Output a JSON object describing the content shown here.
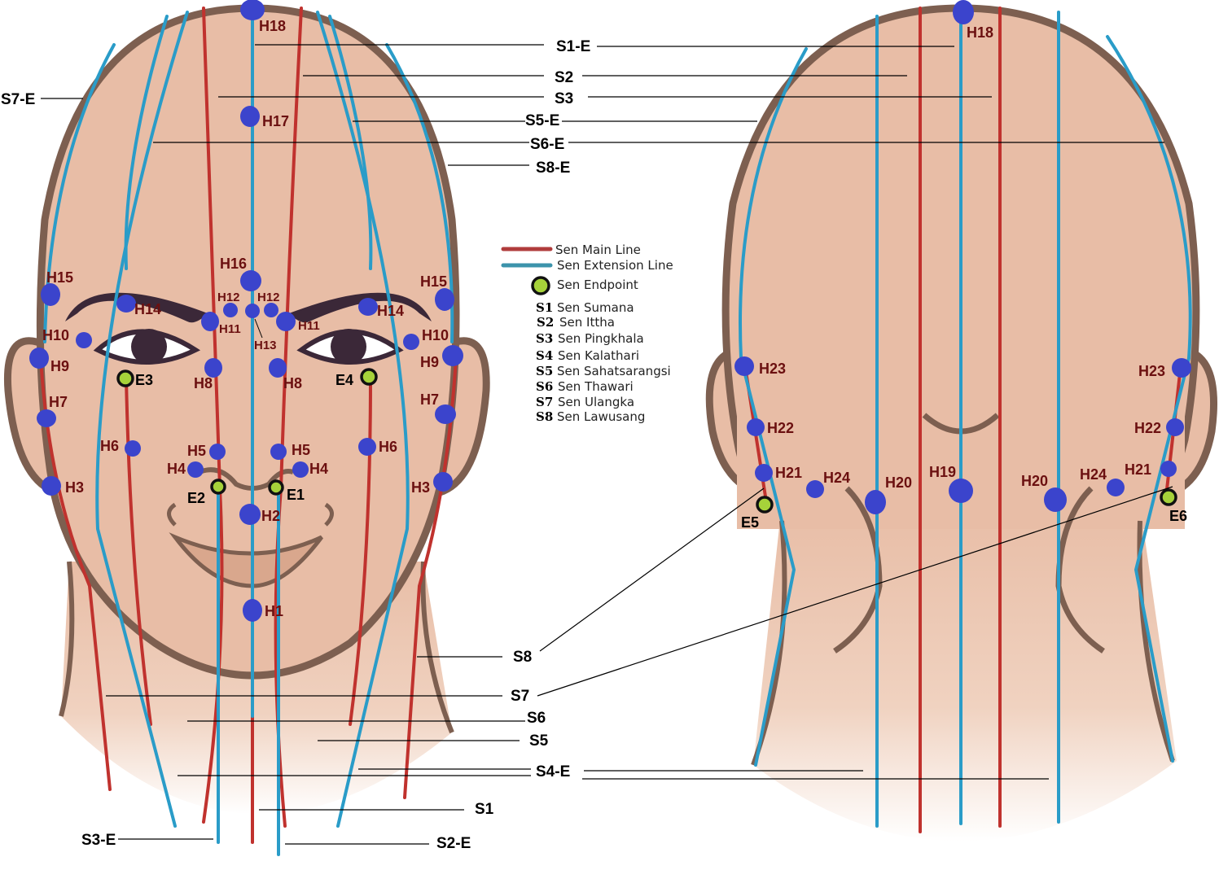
{
  "legend": {
    "main_line": {
      "label": "Sen Main Line",
      "color": "#c0322e"
    },
    "extension_line": {
      "label": "Sen Extension Line",
      "color": "#2a9cc8"
    },
    "endpoint": {
      "label": "Sen Endpoint",
      "color": "#a6d23a"
    },
    "sen": [
      {
        "code": "S1",
        "name": "Sen Sumana"
      },
      {
        "code": "S2",
        "name": "Sen Ittha"
      },
      {
        "code": "S3",
        "name": "Sen Pingkhala"
      },
      {
        "code": "S4",
        "name": "Sen Kalathari"
      },
      {
        "code": "S5",
        "name": "Sen Sahatsarangsi"
      },
      {
        "code": "S6",
        "name": "Sen Thawari"
      },
      {
        "code": "S7",
        "name": "Sen Ulangka"
      },
      {
        "code": "S8",
        "name": "Sen Lawusang"
      }
    ]
  },
  "line_labels": {
    "s1e": "S1-E",
    "s2": "S2",
    "s3": "S3",
    "s5e": "S5-E",
    "s6e": "S6-E",
    "s8e": "S8-E",
    "s7e": "S7-E",
    "s8": "S8",
    "s7": "S7",
    "s6": "S6",
    "s5": "S5",
    "s4e": "S4-E",
    "s1": "S1",
    "s3e": "S3-E",
    "s2e": "S2-E"
  },
  "front_points": {
    "h1": "H1",
    "h2": "H2",
    "h3": "H3",
    "h4": "H4",
    "h5": "H5",
    "h6": "H6",
    "h7": "H7",
    "h8": "H8",
    "h9": "H9",
    "h10": "H10",
    "h11": "H11",
    "h12": "H12",
    "h13": "H13",
    "h14": "H14",
    "h15": "H15",
    "h16": "H16",
    "h17": "H17",
    "h18": "H18"
  },
  "back_points": {
    "h18": "H18",
    "h19": "H19",
    "h20": "H20",
    "h21": "H21",
    "h22": "H22",
    "h23": "H23",
    "h24": "H24"
  },
  "endpoints": {
    "e1": "E1",
    "e2": "E2",
    "e3": "E3",
    "e4": "E4",
    "e5": "E5",
    "e6": "E6"
  },
  "colors": {
    "skin": "#e8bda6",
    "outline": "#7d5f50",
    "point": "#3b44cc",
    "point_label": "#6b1010"
  }
}
